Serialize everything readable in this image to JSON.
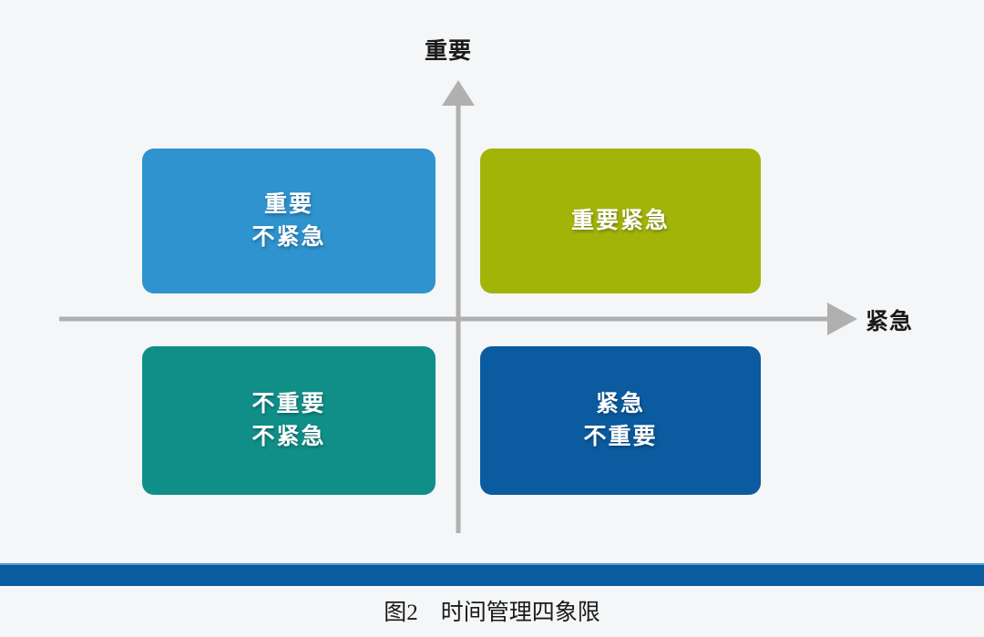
{
  "diagram": {
    "title_caption": "图2　时间管理四象限",
    "axes": {
      "vertical_label": "重要",
      "horizontal_label": "紧急",
      "axis_color": "#b0b0b0",
      "vertical_arrow_icon": "arrow-up-icon",
      "horizontal_arrow_icon": "arrow-right-icon"
    },
    "quadrants": [
      {
        "id": "important-not-urgent",
        "lines": [
          "重要",
          "不紧急"
        ],
        "color": "#2e93ce",
        "shadow_color": "#1b6d9e",
        "position": "top-left"
      },
      {
        "id": "important-urgent",
        "lines": [
          "重要紧急"
        ],
        "color": "#a2b408",
        "shadow_color": "#7b8905",
        "position": "top-right"
      },
      {
        "id": "not-important-not-urgent",
        "lines": [
          "不重要",
          "不紧急"
        ],
        "color": "#108f89",
        "shadow_color": "#0a6965",
        "position": "bottom-left"
      },
      {
        "id": "urgent-not-important",
        "lines": [
          "紧急",
          "不重要"
        ],
        "color": "#0a5ba0",
        "shadow_color": "#084676",
        "position": "bottom-right"
      }
    ]
  },
  "footer": {
    "bar_color": "#0a5ba0",
    "bar_highlight_color": "#4a9fd4"
  },
  "page": {
    "background_color": "#f5f6f7"
  }
}
